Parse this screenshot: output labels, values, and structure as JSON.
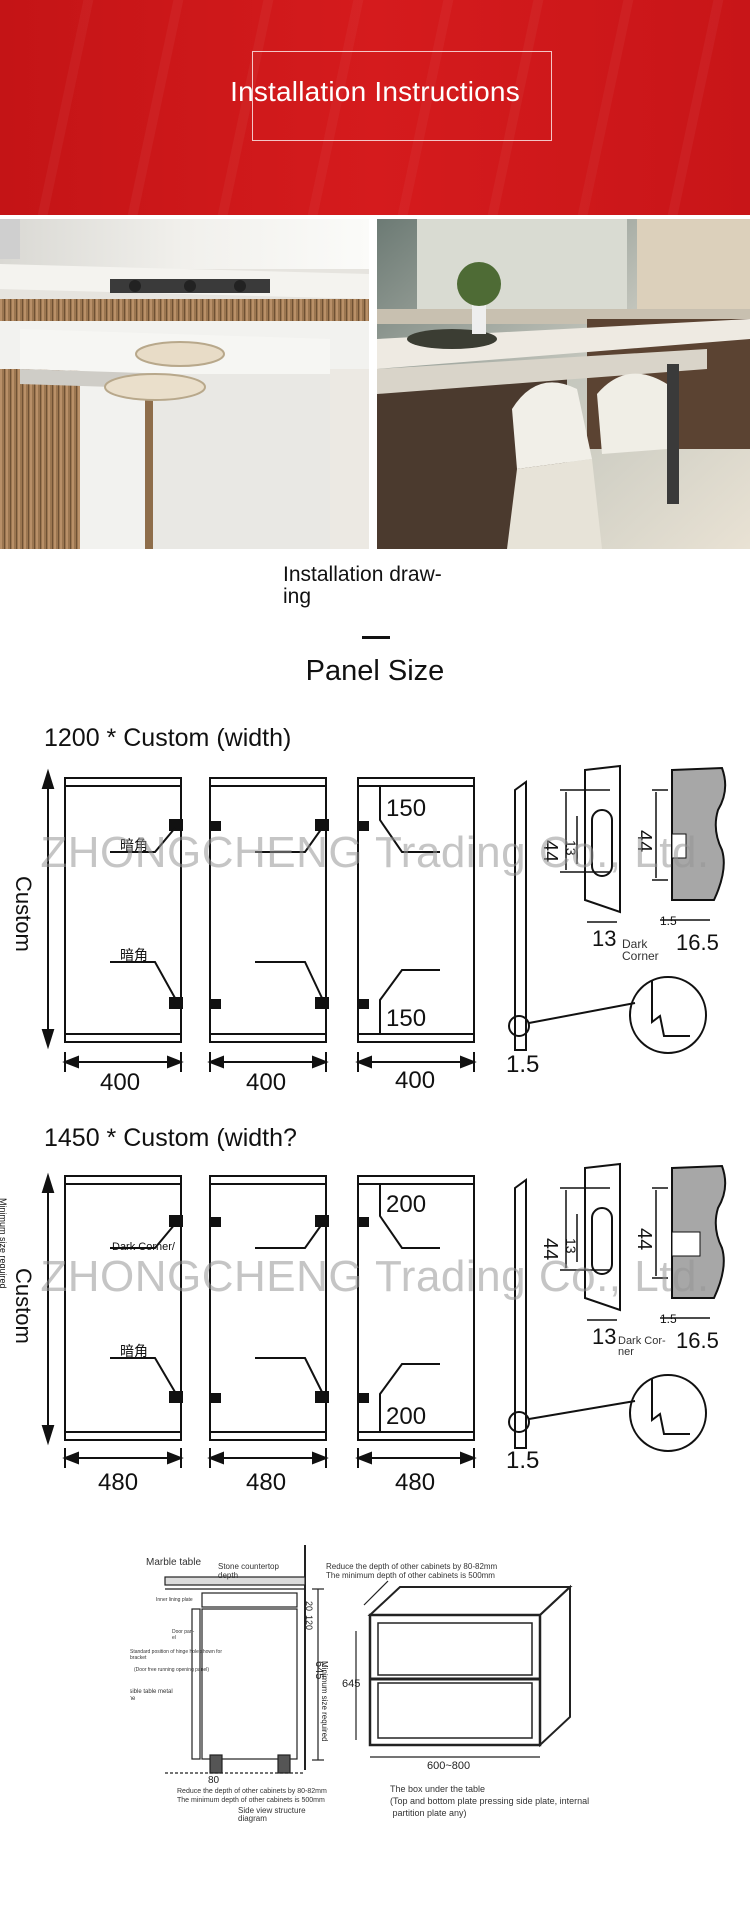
{
  "banner": {
    "title": "Installation Instructions"
  },
  "caption": "Installation draw-\ning",
  "panel_size_title": "Panel Size",
  "watermark": "ZHONGCHENG Trading Co., Ltd.",
  "diagram1": {
    "label": "1200 * Custom (width)",
    "side": "Custom",
    "dims": [
      "400",
      "400",
      "400"
    ],
    "top_dim": "150",
    "bottom_dim": "150",
    "corner_chinese": "暗角",
    "detail": {
      "h1": "44",
      "h2": "13",
      "h3": "44",
      "w1": "13",
      "w2": "16.5",
      "w3": "1.5",
      "w4": "1.5",
      "dark_corner": "Dark\nCorner"
    }
  },
  "diagram2": {
    "label": "1450 * Custom (width?",
    "side": "Custom",
    "side_small": "Minimum size required",
    "dims": [
      "480",
      "480",
      "480"
    ],
    "top_dim": "200",
    "bottom_dim": "200",
    "corner_chinese": "暗角",
    "corner_en": "Dark Corner/",
    "detail": {
      "h1": "44",
      "h2": "13",
      "h3": "44",
      "w1": "13",
      "w2": "16.5",
      "w3": "1.5",
      "w4": "1.5",
      "dark_corner": "Dark Cor-\nner"
    }
  },
  "tech": {
    "marble": "Marble table",
    "stone": "Stone countertop\ndepth",
    "reduce_top": "Reduce the depth of other cabinets by 80-82mm\nThe minimum depth of other cabinets is 500mm",
    "inner_lining": "Inner lining plate",
    "door_panel": "Door pan-\nel",
    "standard": "Standard position of hinge hole shown for\nbracket",
    "door_free": "(Door free running opening panel)",
    "invisible": "Invisible table metal\nframe",
    "dim_20": "20",
    "dim_120": "120",
    "dim_645": "645",
    "dim_645b": "645",
    "dim_80": "80",
    "min_size": "Minimum size required",
    "reduce_bottom": "Reduce the depth of other cabinets by 80-82mm\nThe minimum depth of other cabinets is 500mm",
    "side_view": "Side view structure\ndiagram",
    "box_dim": "600~800",
    "box_caption": "The box under the table\n(Top and bottom plate pressing side plate, internal\n partition plate any)"
  }
}
